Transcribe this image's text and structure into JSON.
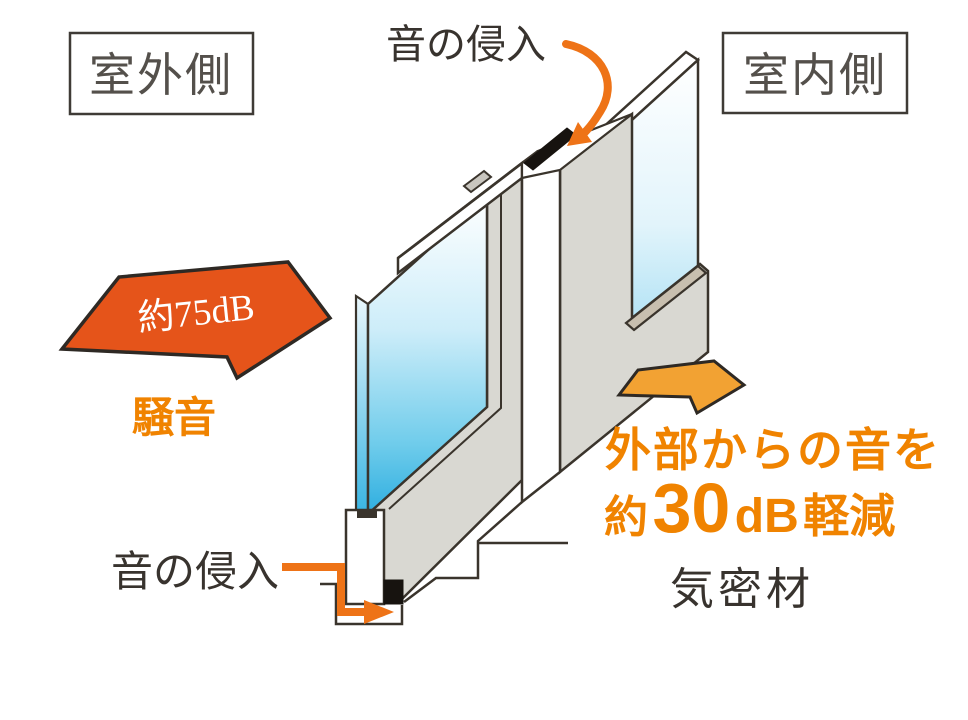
{
  "title": "窓の遮音構造図",
  "labels": {
    "outdoor": "室外側",
    "indoor": "室内側",
    "sound_intrusion_top": "音の侵入",
    "sound_intrusion_bottom": "音の侵入",
    "noise_level": "約75dB",
    "noise": "騒音",
    "reduction_line1": "外部からの音を",
    "reduction_prefix": "約",
    "reduction_value": "30",
    "reduction_unit": "dB",
    "reduction_suffix": "軽減",
    "airtight": "気密材"
  },
  "colors": {
    "noise_arrow_orange": "#E5541A",
    "intrusion_arrow_orange": "#EE7317",
    "reduced_arrow_amber": "#F2A233",
    "orange_text": "#F08300",
    "glass_blue": "#2EAEE0",
    "frame_gray": "#D9D8D2",
    "ledge_beige": "#C8BFAF",
    "outline_dark": "#3A342C",
    "gasket_black": "#17130F",
    "label_dark": "#38332E",
    "box_text_gray": "#54504B"
  }
}
